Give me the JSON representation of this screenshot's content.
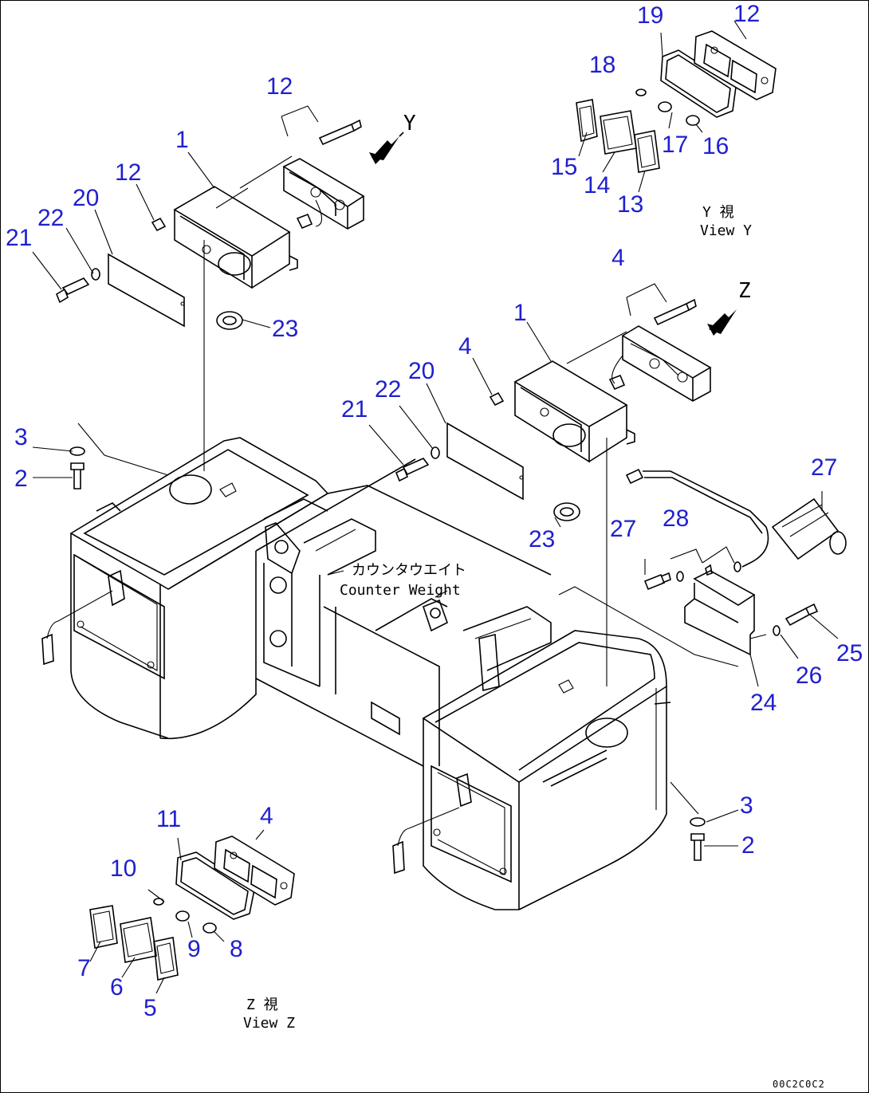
{
  "accent_color": "#1f1fd0",
  "callouts": {
    "c12_top": "12",
    "c19": "19",
    "c18": "18",
    "c17": "17",
    "c16": "16",
    "c15": "15",
    "c14": "14",
    "c13": "13",
    "c12_mid": "12",
    "c1_left": "1",
    "c12_left": "12",
    "c20_left": "20",
    "c22_left": "22",
    "c21_left": "21",
    "c23_left": "23",
    "c4_top": "4",
    "c1_right": "1",
    "c4_right": "4",
    "c22_right": "22",
    "c20_right": "20",
    "c21_right": "21",
    "c23_right": "23",
    "c3_left": "3",
    "c2_left": "2",
    "c27_a": "27",
    "c27_b": "27",
    "c28": "28",
    "c25": "25",
    "c26": "26",
    "c24": "24",
    "c3_right": "3",
    "c2_right": "2",
    "c11": "11",
    "c4_bottom": "4",
    "c10": "10",
    "c9": "9",
    "c8": "8",
    "c7": "7",
    "c6": "6",
    "c5": "5"
  },
  "view_labels": {
    "arrow_y": "Y",
    "arrow_z": "Z",
    "view_y_jp": "Y  視",
    "view_y_en": "View Y",
    "view_z_jp": "Z  視",
    "view_z_en": "View Z"
  },
  "annotation": {
    "jp": "カウンタウエイト",
    "en": "Counter Weight"
  },
  "drawing_code": "00C2C0C2"
}
